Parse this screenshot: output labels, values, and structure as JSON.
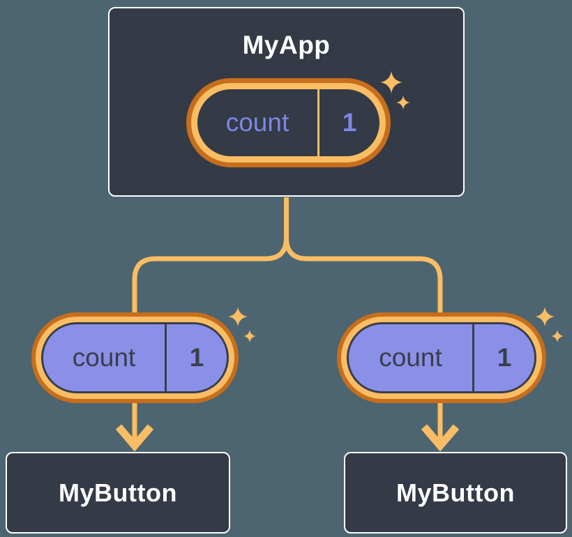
{
  "colors": {
    "bg": "#4d6570",
    "slate": "#343a46",
    "white": "#ffffff",
    "orange": "#f9bd64",
    "orange-dark": "#c76e1d",
    "purple": "#8a90e8",
    "periwinkle": "#7d87e6",
    "ink": "#383e4a"
  },
  "diagram": {
    "parent": {
      "title": "MyApp",
      "state": {
        "name": "count",
        "value": "1"
      }
    },
    "children": [
      {
        "title": "MyButton",
        "state": {
          "name": "count",
          "value": "1"
        }
      },
      {
        "title": "MyButton",
        "state": {
          "name": "count",
          "value": "1"
        }
      }
    ]
  }
}
